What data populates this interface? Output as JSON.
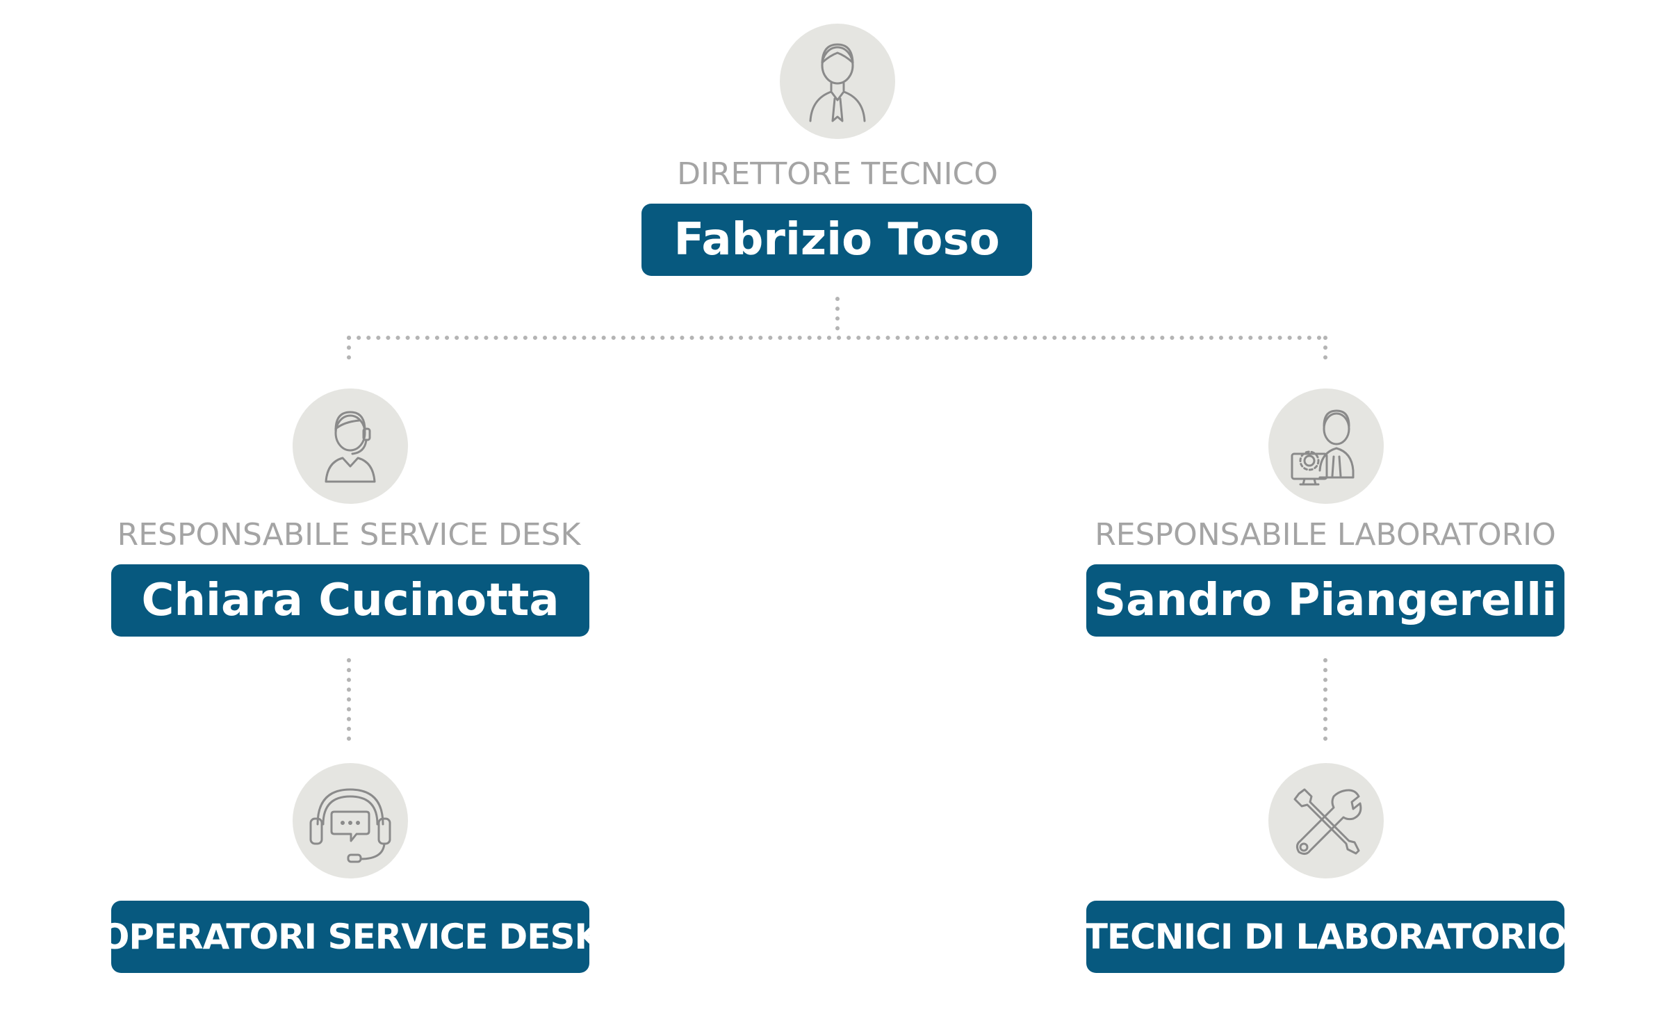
{
  "director": {
    "role": "DIRETTORE TECNICO",
    "name": "Fabrizio Toso",
    "icon": "manager-icon"
  },
  "service_desk_lead": {
    "role": "RESPONSABILE SERVICE DESK",
    "name": "Chiara Cucinotta",
    "icon": "support-agent-icon"
  },
  "lab_lead": {
    "role": "RESPONSABILE LABORATORIO",
    "name": "Sandro Piangerelli",
    "icon": "technician-computer-icon"
  },
  "service_desk_team": {
    "name": "OPERATORI SERVICE DESK",
    "icon": "headset-chat-icon"
  },
  "lab_team": {
    "name": "TECNICI DI LABORATORIO",
    "icon": "tools-icon"
  },
  "colors": {
    "box_fill": "#07597f",
    "box_text": "#ffffff",
    "role_text": "#a4a4a4",
    "avatar_fill": "#e5e5e1",
    "icon_stroke": "#8a8a8a",
    "connector": "#b4b4b4"
  }
}
